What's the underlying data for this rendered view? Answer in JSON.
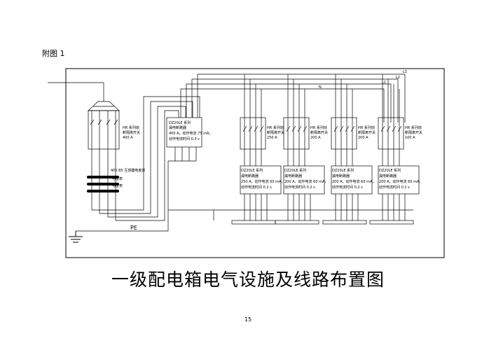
{
  "figure_label": "附图 1",
  "title": "一级配电箱电气设施及线路布置图",
  "page_number": "15",
  "bus_labels": {
    "l3": "L3",
    "l2": "L2",
    "l1": "L1",
    "n": "N",
    "pe": "PE"
  },
  "main_switch": {
    "line1": "HR 系列熔",
    "line2": "断隔离开关",
    "line3": "400 A"
  },
  "ct": {
    "line1": "400 B5 互感器电度表",
    "line2": "电度表",
    "line3": "电度表"
  },
  "main_rcd": {
    "line1": "DZ20LE  系列",
    "line2": "漏电断路器",
    "line3": "400 A，动作电流 75    mA，",
    "line4": "动作电流时间 0.3    s"
  },
  "branches": [
    {
      "sw1": "HR 系列熔",
      "sw2": "断隔离开关",
      "sw3": "250 A",
      "r1": "DZ20LE  系列",
      "r2": "漏电断路器",
      "r3": "250 A，动作电流 60    mA，",
      "r4": "动作电流时间 0.2    s"
    },
    {
      "sw1": "HR 系列熔",
      "sw2": "断隔离开关",
      "sw3": "200 A",
      "r1": "DZ20LE  系列",
      "r2": "漏电断路器",
      "r3": "200 A，动作电流 60    mA，",
      "r4": "动作电流时间 0.2    s"
    },
    {
      "sw1": "HR 系列熔",
      "sw2": "断隔离开关",
      "sw3": "200 A",
      "r1": "DZ20LE  系列",
      "r2": "漏电断路器",
      "r3": "200 A，动作电流 60    mA，",
      "r4": "动作电流时间 0.2    s"
    },
    {
      "sw1": "HR 系列熔",
      "sw2": "断隔离开关",
      "sw3": "100 A",
      "r1": "DZ20LE  系列",
      "r2": "漏电断路器",
      "r3": "200 A，动作电流 60    mA，",
      "r4": "动作电流时间 0.2    s"
    }
  ]
}
